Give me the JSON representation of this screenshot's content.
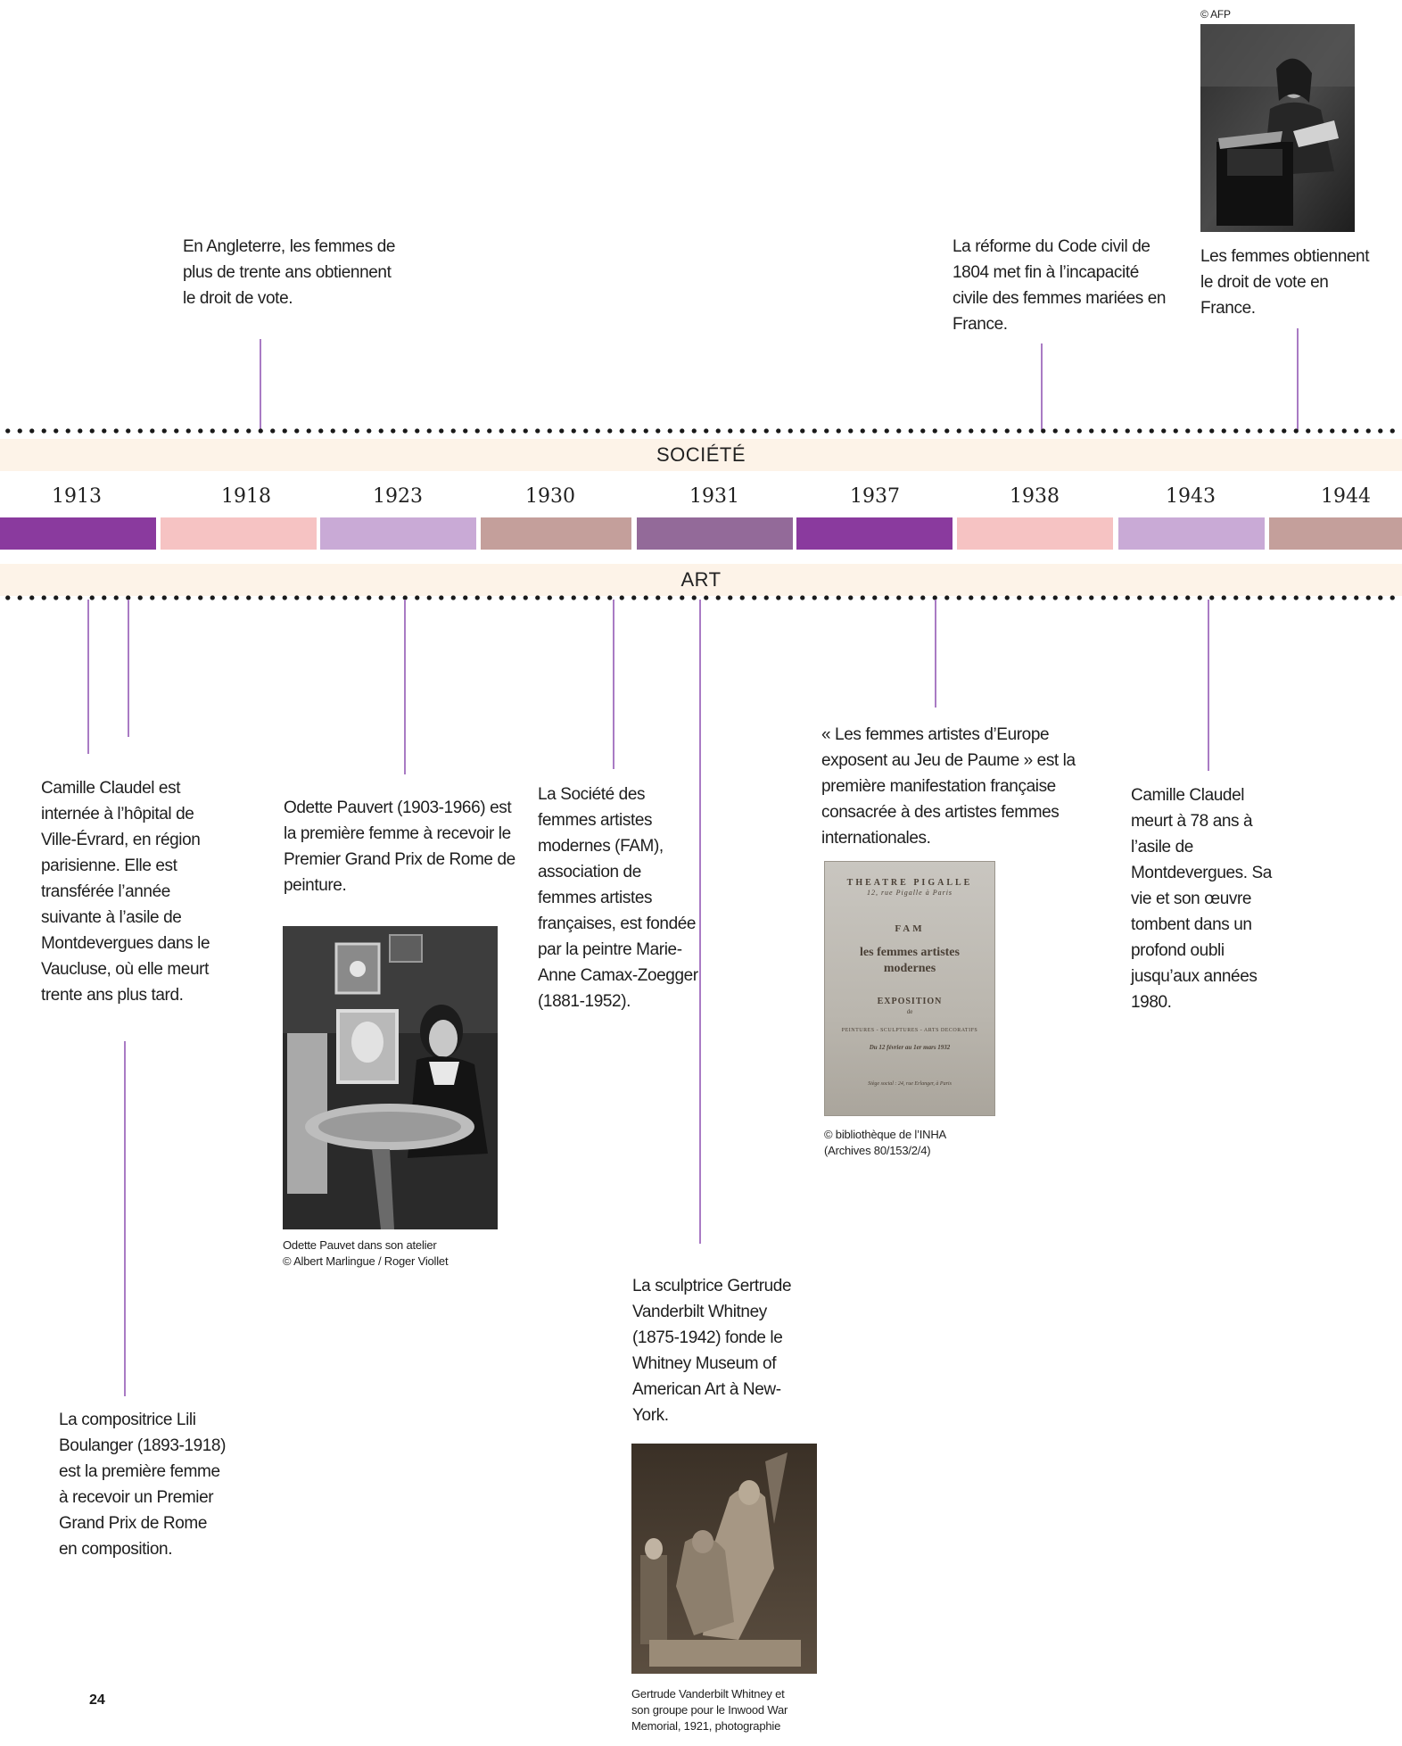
{
  "societe": {
    "band_label": "SOCIÉTÉ",
    "events": [
      "En Angleterre, les femmes de plus de trente ans obtiennent le droit de vote.",
      "La réforme du Code civil de 1804 met fin à l’incapacité civile des femmes mariées en France.",
      "Les femmes obtiennent le droit de vote en France."
    ],
    "photo_credit": "© AFP",
    "photo_icon": "afp-voting-photo"
  },
  "timeline": {
    "years": [
      "1913",
      "1918",
      "1923",
      "1930",
      "1931",
      "1937",
      "1938",
      "1943",
      "1944"
    ],
    "colors": [
      "#8a3a9e",
      "#f6c3c3",
      "#c9aad6",
      "#c49f9b",
      "#936a99",
      "#8a3a9e",
      "#f6c3c3",
      "#c9aad6",
      "#c49f9b"
    ],
    "dot_color": "#1a1a1a",
    "line_color": "#a97bc4",
    "band_color": "#fdf3e8"
  },
  "art": {
    "band_label": "ART",
    "events": [
      "Camille Claudel est internée à l’hôpital de Ville-Évrard, en région parisienne. Elle est transférée l’année suivante à l’asile de Montdevergues dans le Vaucluse, où elle meurt trente ans plus tard.",
      "Odette Pauvert (1903-1966) est la première femme à recevoir le Premier Grand Prix de Rome de peinture.",
      "La Société des femmes artistes modernes (FAM), association de femmes artistes françaises, est fondée par la peintre Marie-Anne Camax-Zoegger (1881-1952).",
      "« Les femmes artistes d’Europe exposent au Jeu de Paume » est la première manifestation française consacrée à des artistes femmes internationales.",
      "Camille Claudel meurt à 78 ans à l’asile de Montdevergues. Sa vie et son œuvre tombent dans un profond oubli jusqu’aux années 1980.",
      "La compositrice Lili Boulanger (1893-1918) est la première femme à recevoir un Premier Grand Prix de Rome en composition.",
      "La sculptrice Gertrude Vanderbilt Whitney (1875-1942) fonde le Whitney Museum of American Art à New-York."
    ],
    "captions": {
      "pauvert_1": "Odette Pauvet dans son atelier",
      "pauvert_2": "© Albert Marlingue / Roger Viollet",
      "inha_1": "© bibliothèque de l’INHA",
      "inha_2": "(Archives 80/153/2/4)",
      "whitney_1": "Gertrude Vanderbilt Whitney et",
      "whitney_2": "son groupe pour le Inwood War",
      "whitney_3": "Memorial, 1921, photographie"
    },
    "poster": {
      "line1": "THEATRE PIGALLE",
      "line2": "12, rue Pigalle à Paris",
      "line3": "FAM",
      "line4": "les femmes artistes",
      "line5": "modernes",
      "line6": "EXPOSITION",
      "line7": "de",
      "line8": "PEINTURES - SCULPTURES - ARTS DECORATIFS",
      "line9": "Du 12 février au 1er mars 1932",
      "line10": "Siège social : 24, rue Erlanger, à Paris"
    }
  },
  "page_number": "24"
}
